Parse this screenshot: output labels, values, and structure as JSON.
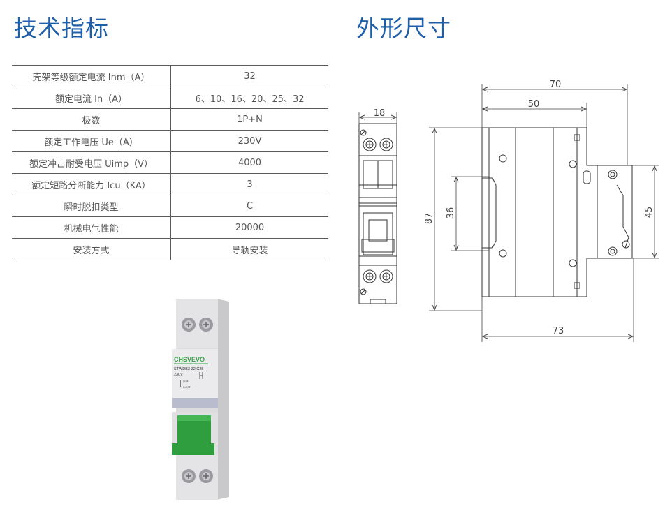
{
  "sections": {
    "specs_title": "技术指标",
    "dims_title": "外形尺寸"
  },
  "specs_table": [
    {
      "label": "壳架等级额定电流 Inm（A）",
      "value": "32"
    },
    {
      "label": "额定电流 In（A）",
      "value": "6、10、16、20、25、32"
    },
    {
      "label": "极数",
      "value": "1P+N"
    },
    {
      "label": "额定工作电压 Ue（A）",
      "value": "230V"
    },
    {
      "label": "额定冲击耐受电压 Uimp（V）",
      "value": "4000"
    },
    {
      "label": "额定短路分断能力 Icu（KA）",
      "value": "3"
    },
    {
      "label": "瞬时脱扣类型",
      "value": "C"
    },
    {
      "label": "机械电气性能",
      "value": "20000"
    },
    {
      "label": "安装方式",
      "value": "导轨安装"
    }
  ],
  "dimensions": {
    "front_width": "18",
    "overall_depth": "70",
    "depth_to_rail": "50",
    "height": "87",
    "window_height": "36",
    "rail_height": "45",
    "base_depth": "73"
  },
  "product_label": {
    "brand": "CHSVEVO",
    "model": "STWDB3-32 C25",
    "voltage": "230V",
    "on_mark": "I-ON",
    "off_mark": "O-OFF"
  },
  "colors": {
    "title_blue": "#1f5fa8",
    "brand_green": "#3aa04a",
    "handle_green": "#2e9e3e",
    "body_gray": "#dcdcde"
  },
  "icons": {
    "terminal_screw": "cross-screw-icon",
    "earth_terminal": "circle-slash-icon"
  }
}
